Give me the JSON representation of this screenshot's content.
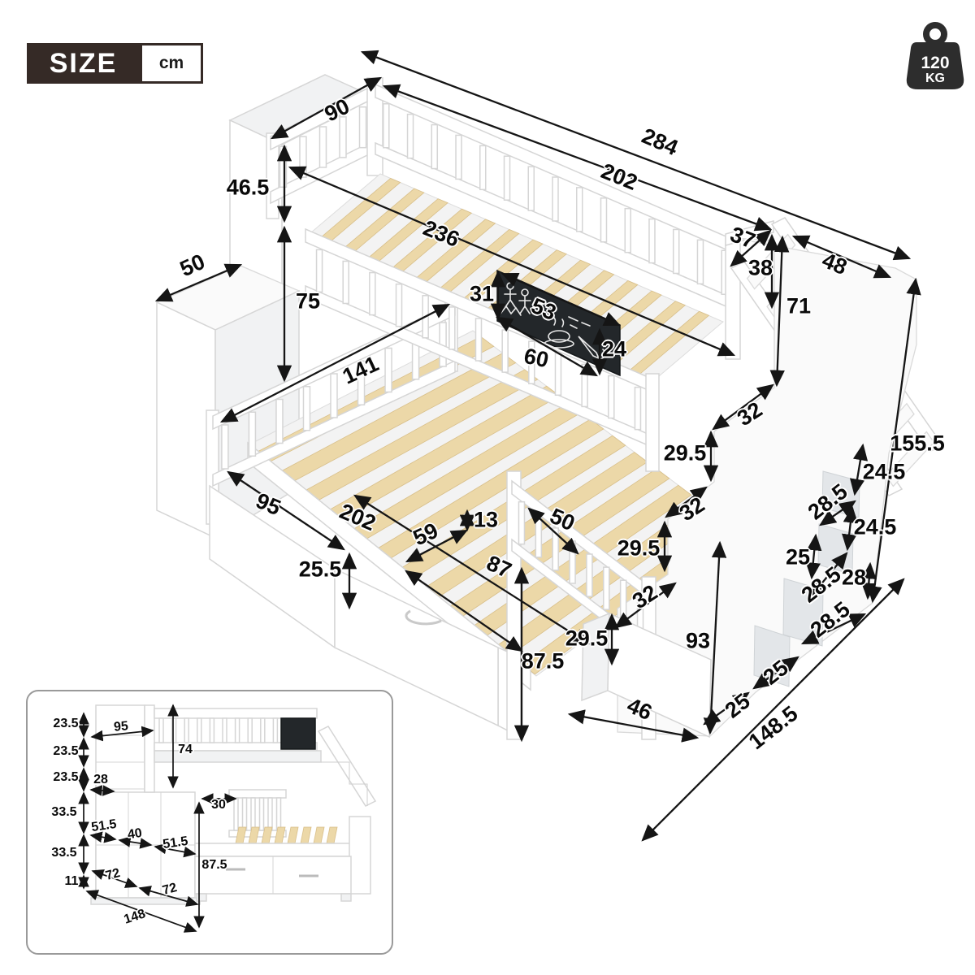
{
  "size_badge": {
    "label": "SIZE",
    "unit": "cm"
  },
  "weight_badge": {
    "value": "120",
    "unit": "KG",
    "icon": "weight-icon"
  },
  "colors": {
    "badge_brown": "#352a26",
    "slat_beige": "#ecd8a8",
    "dimension_ink": "#151515",
    "chalkboard": "#23272a",
    "furniture_outline": "#d5d5d5"
  },
  "dims": {
    "main": [
      {
        "v": "90"
      },
      {
        "v": "284"
      },
      {
        "v": "202"
      },
      {
        "v": "46.5"
      },
      {
        "v": "236"
      },
      {
        "v": "37"
      },
      {
        "v": "38"
      },
      {
        "v": "48"
      },
      {
        "v": "50"
      },
      {
        "v": "75"
      },
      {
        "v": "31"
      },
      {
        "v": "71"
      },
      {
        "v": "53"
      },
      {
        "v": "24"
      },
      {
        "v": "60"
      },
      {
        "v": "141"
      },
      {
        "v": "32"
      },
      {
        "v": "29.5"
      },
      {
        "v": "155.5"
      },
      {
        "v": "24.5"
      },
      {
        "v": "28.5"
      },
      {
        "v": "32"
      },
      {
        "v": "24.5"
      },
      {
        "v": "29.5"
      },
      {
        "v": "25"
      },
      {
        "v": "28"
      },
      {
        "v": "28.5"
      },
      {
        "v": "32"
      },
      {
        "v": "28.5"
      },
      {
        "v": "95"
      },
      {
        "v": "202"
      },
      {
        "v": "13"
      },
      {
        "v": "59"
      },
      {
        "v": "87"
      },
      {
        "v": "25.5"
      },
      {
        "v": "50"
      },
      {
        "v": "29.5"
      },
      {
        "v": "93"
      },
      {
        "v": "87.5"
      },
      {
        "v": "46"
      },
      {
        "v": "25"
      },
      {
        "v": "25"
      },
      {
        "v": "148.5"
      }
    ],
    "inset": [
      {
        "v": "23.5"
      },
      {
        "v": "23.5"
      },
      {
        "v": "23.5"
      },
      {
        "v": "33.5"
      },
      {
        "v": "33.5"
      },
      {
        "v": "11"
      },
      {
        "v": "95"
      },
      {
        "v": "74"
      },
      {
        "v": "28"
      },
      {
        "v": "30"
      },
      {
        "v": "51.5"
      },
      {
        "v": "40"
      },
      {
        "v": "51.5"
      },
      {
        "v": "87.5"
      },
      {
        "v": "72"
      },
      {
        "v": "72"
      },
      {
        "v": "148"
      }
    ]
  }
}
